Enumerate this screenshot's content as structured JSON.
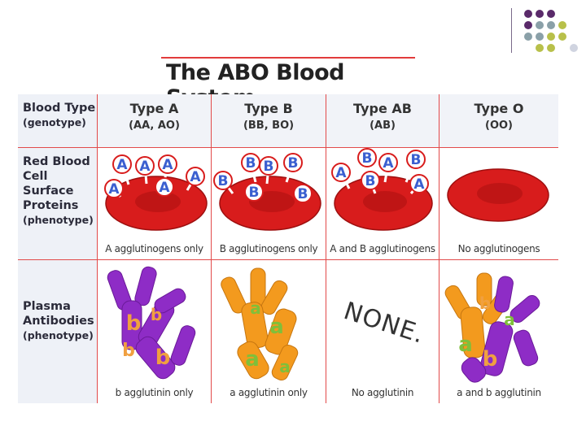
{
  "title": "The ABO Blood System",
  "header": {
    "label_line1": "Blood Type",
    "label_line2": "(genotype)",
    "columns": [
      {
        "type": "Type A",
        "genotype": "(AA, AO)"
      },
      {
        "type": "Type B",
        "genotype": "(BB, BO)"
      },
      {
        "type": "Type AB",
        "genotype": "(AB)"
      },
      {
        "type": "Type O",
        "genotype": "(OO)"
      }
    ]
  },
  "rbc_row": {
    "label_lines": [
      "Red Blood",
      "Cell Surface",
      "Proteins"
    ],
    "label_sub": "(phenotype)",
    "captions": [
      "A agglutinogens only",
      "B agglutinogens only",
      "A and B agglutinogens",
      "No agglutinogens"
    ],
    "antigen_letters": {
      "a": "A",
      "b": "B"
    }
  },
  "plasma_row": {
    "label_lines": [
      "Plasma",
      "Antibodies"
    ],
    "label_sub": "(phenotype)",
    "captions": [
      "b agglutinin only",
      "a agglutinin only",
      "No agglutinin",
      "a and b agglutinin"
    ],
    "antibody_letters": {
      "a": "a",
      "b": "b"
    },
    "none_text": "NONE."
  },
  "colors": {
    "rbc": "#d81c1c",
    "antigen_fill": "#ffffff",
    "antigen_letter": "#3a5fd0",
    "antibody_b": "#8e2cc6",
    "antibody_a": "#f39a1e",
    "antibody_a_letter": "#7fbf3a",
    "antibody_b_letter": "#f0a040",
    "grid_line": "#e24a4a"
  }
}
